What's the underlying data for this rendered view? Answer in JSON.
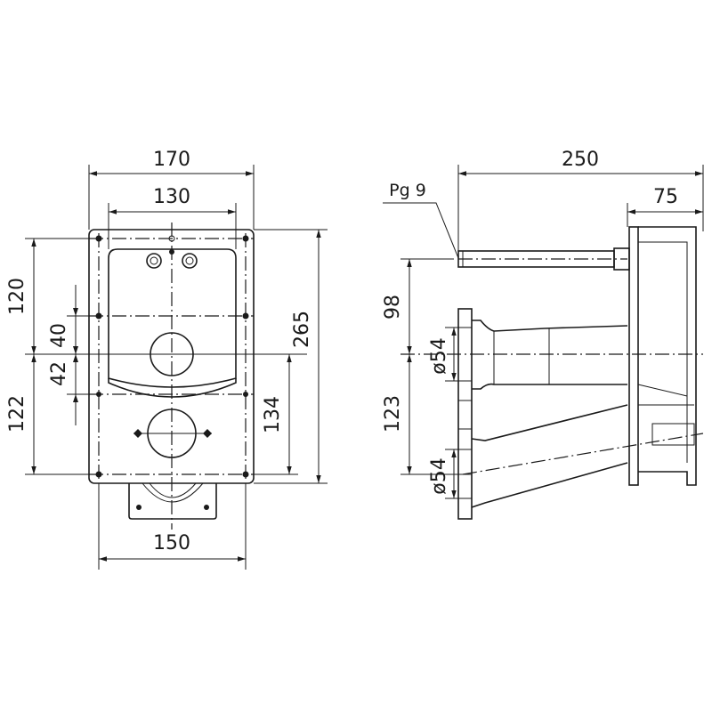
{
  "front_view": {
    "dims": {
      "width_outer": "170",
      "width_inner": "130",
      "width_bottom": "150",
      "upper_height": "120",
      "lower_height": "122",
      "hole_up": "40",
      "hole_down": "42",
      "total_height": "265",
      "center_to_bottom": "134"
    }
  },
  "side_view": {
    "dims": {
      "depth_total": "250",
      "depth_box": "75",
      "rod_to_center": "98",
      "center_spacing": "123",
      "pipe_dia_upper": "ø54",
      "pipe_dia_lower": "ø54"
    },
    "cable_gland_label": "Pg 9"
  }
}
